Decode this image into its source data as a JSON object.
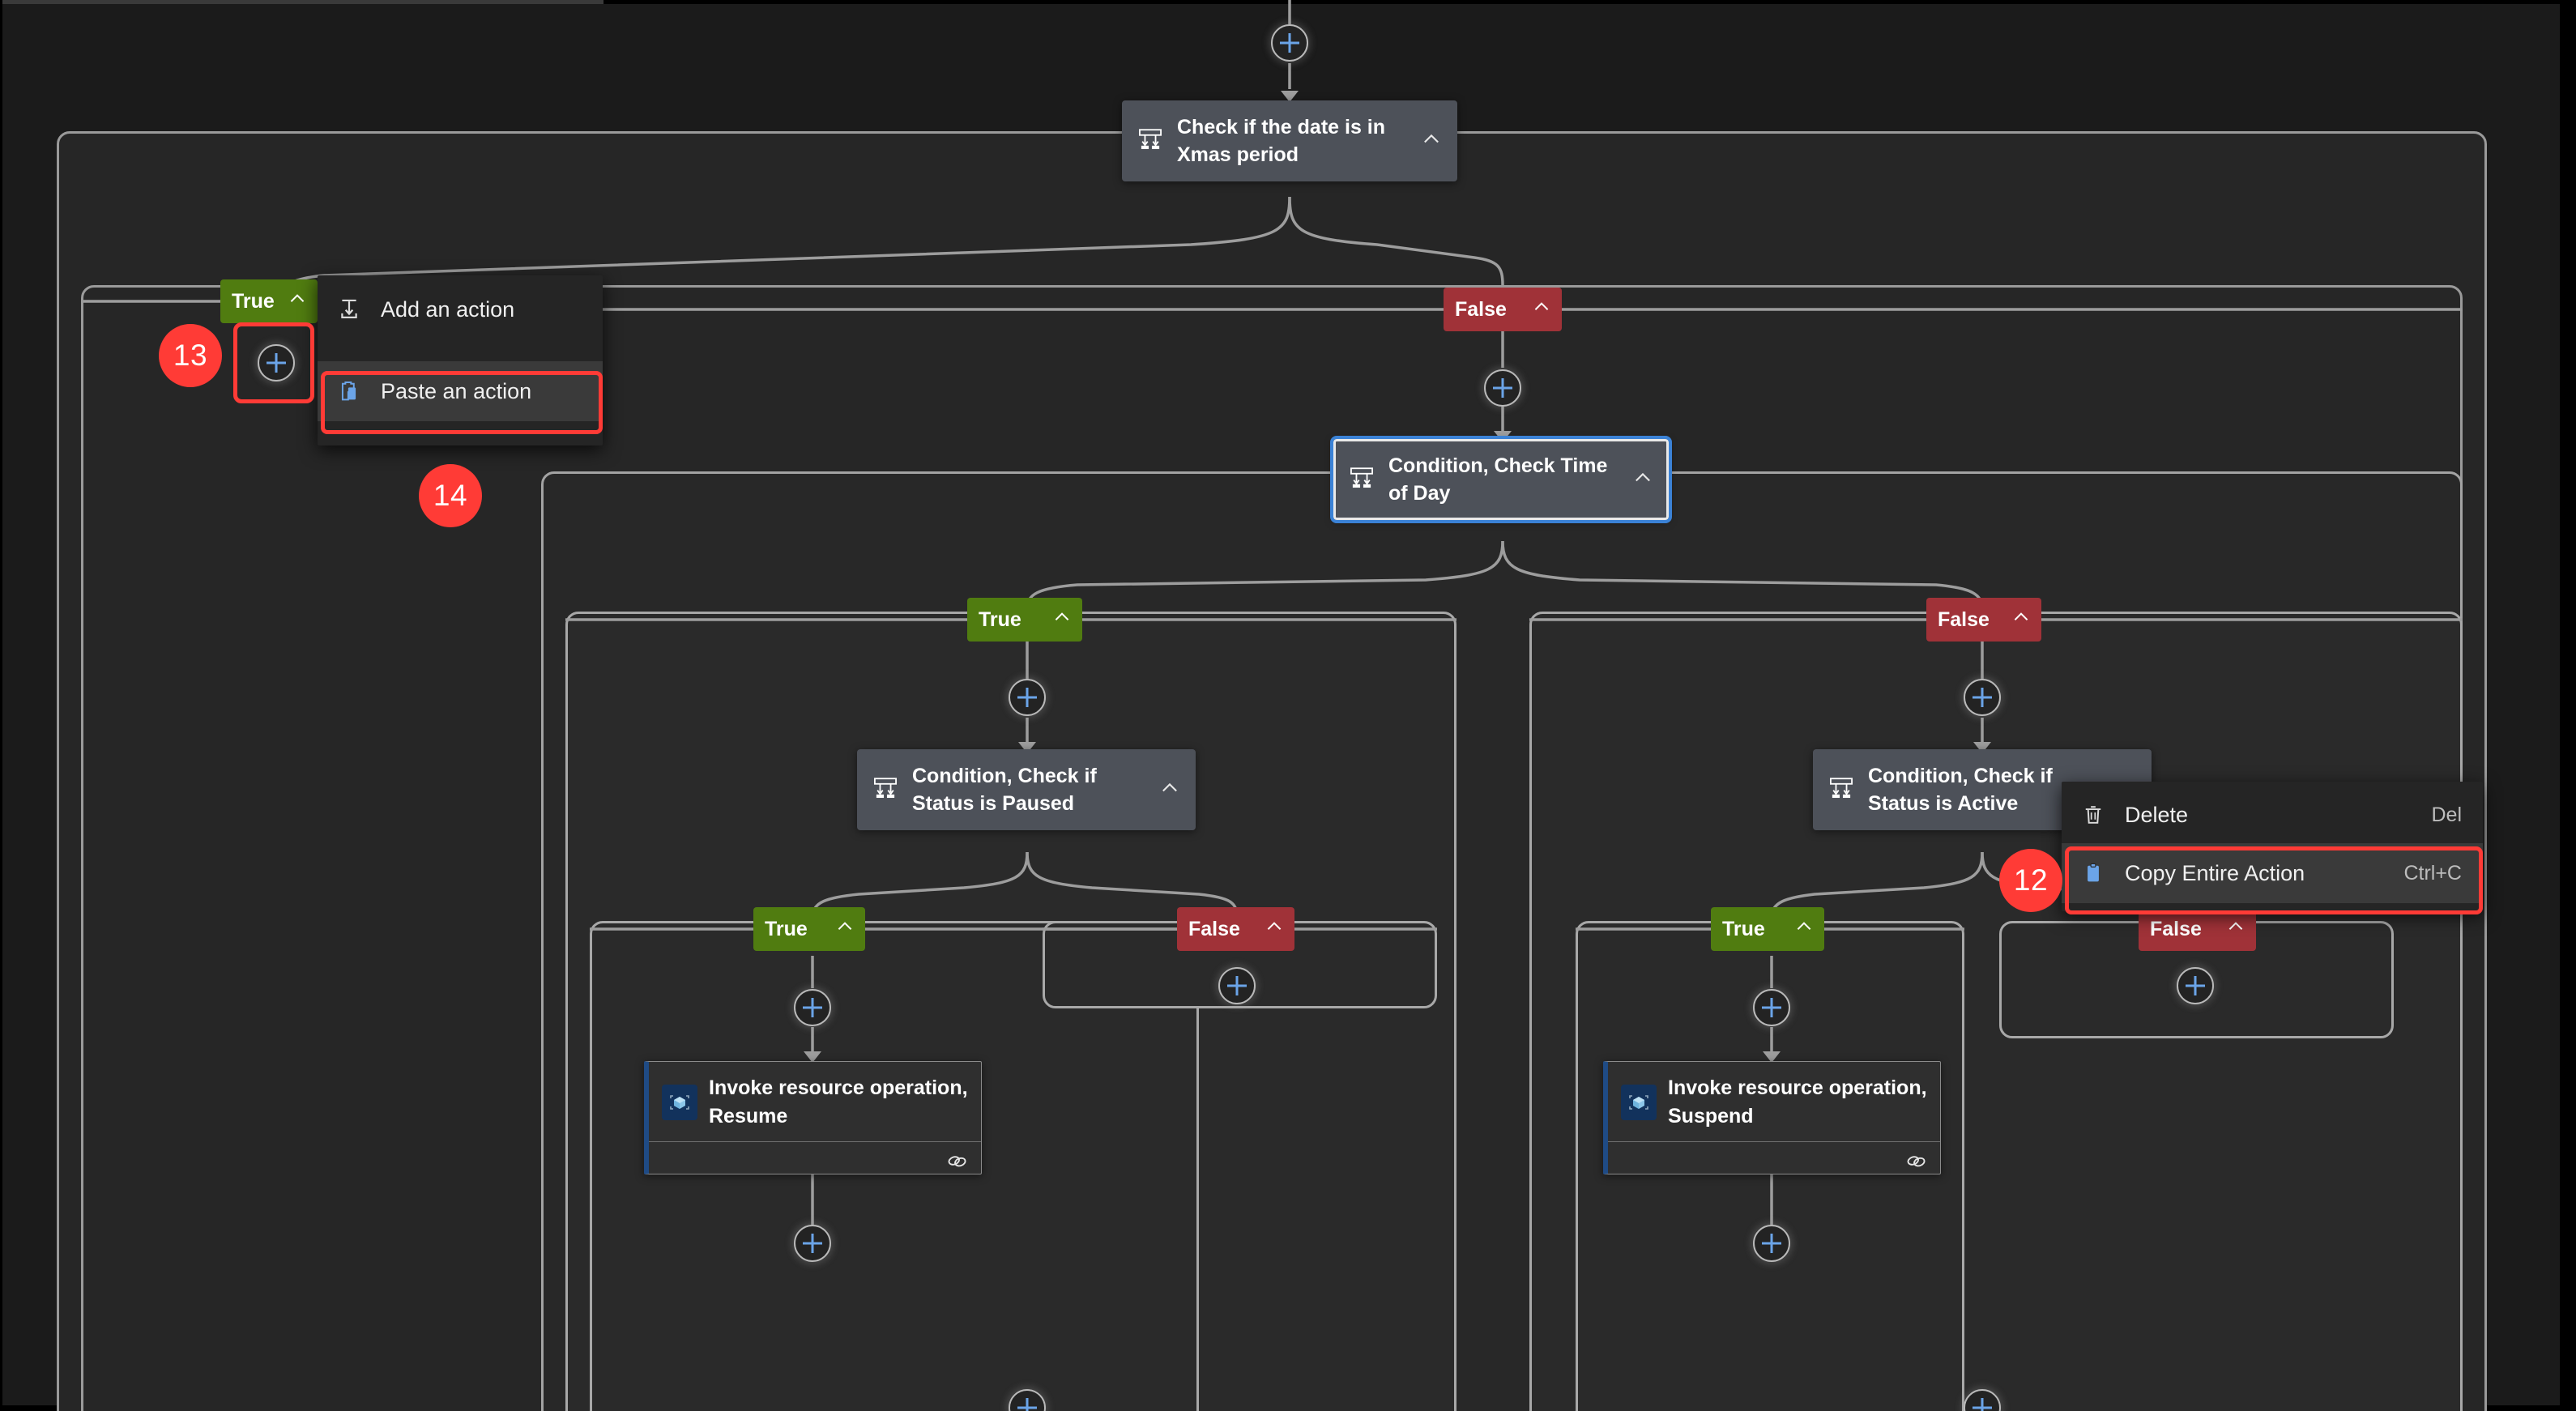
{
  "canvas": {
    "background_color": "#1b1b1b",
    "frame_border_color": "#9a9a9a",
    "connector_color": "#9d9d9d",
    "accent_blue": "#6ba4e8",
    "selection_blue": "#3b82d6",
    "true_color": "#507c10",
    "false_color": "#a03238",
    "callout_color": "#ff3b36"
  },
  "nodes": {
    "root_condition": {
      "title": "Check if the date is in Xmas period",
      "icon": "condition-branch-icon",
      "chevron": "chevron-up-icon",
      "selected": false
    },
    "time_of_day": {
      "title": "Condition, Check Time of Day",
      "icon": "condition-branch-icon",
      "chevron": "chevron-up-icon",
      "selected": true
    },
    "status_paused": {
      "title": "Condition, Check if Status is Paused",
      "icon": "condition-branch-icon",
      "chevron": "chevron-up-icon",
      "selected": false
    },
    "status_active": {
      "title": "Condition, Check if Status is Active",
      "icon": "condition-branch-icon",
      "chevron": "chevron-up-icon",
      "selected": false
    },
    "invoke_resume": {
      "title": "Invoke resource operation, Resume",
      "icon": "resource-cube-icon",
      "footer_icon": "link-chain-icon"
    },
    "invoke_suspend": {
      "title": "Invoke resource operation, Suspend",
      "icon": "resource-cube-icon",
      "footer_icon": "link-chain-icon"
    }
  },
  "branch_badges": {
    "root_true": {
      "label": "True",
      "chevron": "chevron-up-icon"
    },
    "root_false": {
      "label": "False",
      "chevron": "chevron-up-icon"
    },
    "tod_true": {
      "label": "True",
      "chevron": "chevron-up-icon"
    },
    "tod_false": {
      "label": "False",
      "chevron": "chevron-up-icon"
    },
    "paused_true": {
      "label": "True",
      "chevron": "chevron-up-icon"
    },
    "paused_false": {
      "label": "False",
      "chevron": "chevron-up-icon"
    },
    "active_true": {
      "label": "True",
      "chevron": "chevron-up-icon"
    },
    "active_false": {
      "label": "False",
      "chevron": "chevron-up-icon"
    }
  },
  "add_menu": {
    "items": [
      {
        "label": "Add an action",
        "icon": "add-action-icon",
        "accel": "",
        "highlighted": false
      },
      {
        "label": "Paste an action",
        "icon": "clipboard-paste-icon",
        "accel": "",
        "highlighted": true
      }
    ]
  },
  "action_menu": {
    "items": [
      {
        "label": "Delete",
        "icon": "trash-icon",
        "accel": "Del",
        "highlighted": false
      },
      {
        "label": "Copy Entire Action",
        "icon": "clipboard-copy-icon",
        "accel": "Ctrl+C",
        "highlighted": true
      }
    ]
  },
  "callouts": [
    {
      "id": "callout-12",
      "number": "12"
    },
    {
      "id": "callout-13",
      "number": "13"
    },
    {
      "id": "callout-14",
      "number": "14"
    }
  ],
  "plus_buttons": {
    "label": "add-step-plus-button",
    "count": 11
  }
}
